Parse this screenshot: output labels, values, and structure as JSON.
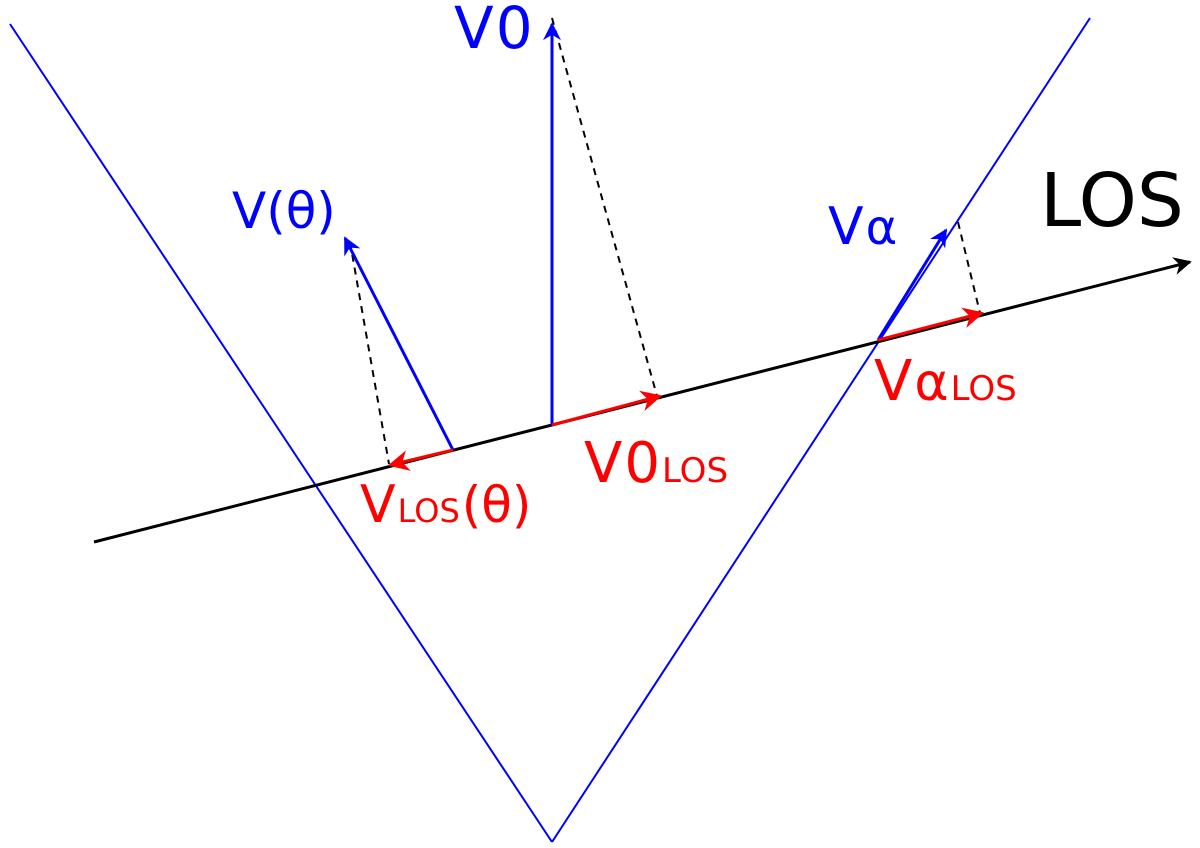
{
  "colors": {
    "blue": "#0000ff",
    "red": "#ff0000",
    "black": "#000000",
    "background": "#ffffff"
  },
  "labels": {
    "los": "LOS",
    "v0": {
      "main": "V",
      "sub": "0"
    },
    "v_theta": "V(θ)",
    "v_alpha": {
      "main": "V",
      "sub": "α"
    },
    "v0_los": {
      "main": "V",
      "sub": "0",
      "subsub": "LOS"
    },
    "valpha_los": {
      "main": "V",
      "sub": "α",
      "subsub": "LOS"
    },
    "vlos_theta": {
      "main": "V",
      "sub": "LOS",
      "tail": "(θ)"
    }
  }
}
